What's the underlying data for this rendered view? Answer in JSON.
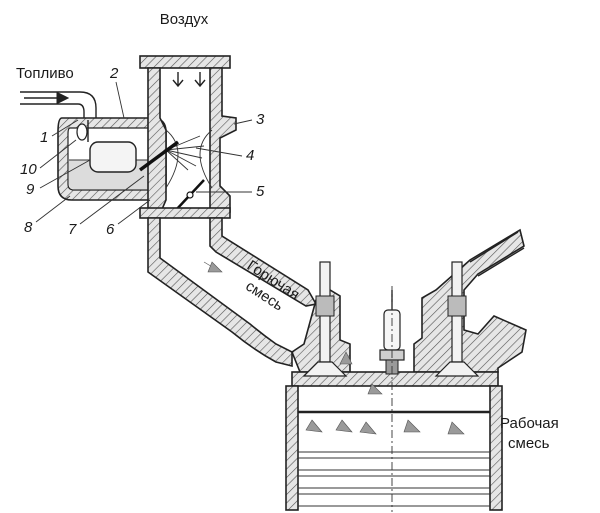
{
  "labels": {
    "air": "Воздух",
    "fuel": "Топливо",
    "combustible_mix_1": "Горючая",
    "combustible_mix_2": "смесь",
    "working_mix_1": "Рабочая",
    "working_mix_2": "смесь"
  },
  "callouts": [
    "1",
    "2",
    "3",
    "4",
    "5",
    "6",
    "7",
    "8",
    "9",
    "10"
  ]
}
